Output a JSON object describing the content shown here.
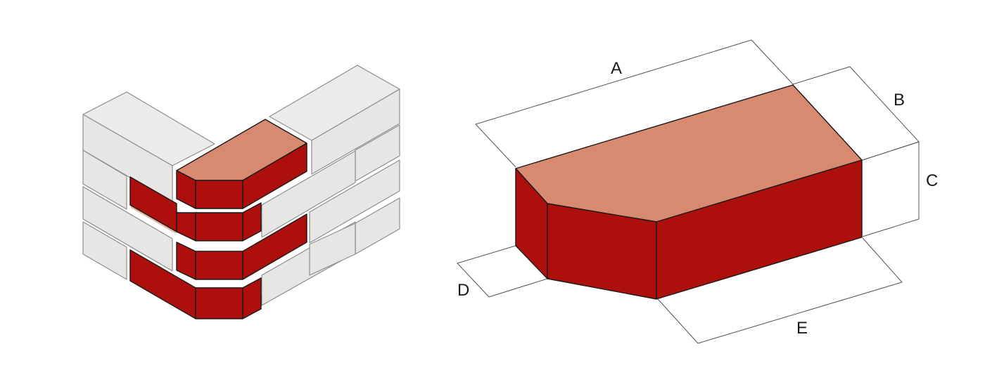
{
  "diagram": {
    "labels": {
      "a": "A",
      "b": "B",
      "c": "C",
      "d": "D",
      "e": "E"
    },
    "colors": {
      "brick_red": "#ad100c",
      "brick_top": "#d88a70",
      "grey_brick": "#e6e6e4",
      "dimension_line": "#555555"
    }
  }
}
